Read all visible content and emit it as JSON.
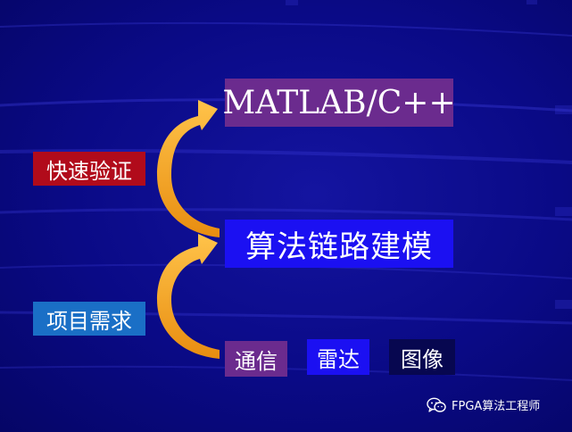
{
  "nodes": {
    "matlab": {
      "label": "MATLAB/C++",
      "bg": "#6b2b8e"
    },
    "link_model": {
      "label": "算法链路建模",
      "bg": "#1b10f2"
    },
    "quick_verify": {
      "label": "快速验证",
      "bg": "#b10b1b"
    },
    "project_req": {
      "label": "项目需求",
      "bg": "#1a6fc6"
    },
    "communication": {
      "label": "通信",
      "bg": "#6b2b8e"
    },
    "radar": {
      "label": "雷达",
      "bg": "#1b10f2"
    },
    "image": {
      "label": "图像",
      "bg": "#070750"
    }
  },
  "arrows": {
    "color": "#f4a62a",
    "edges": [
      {
        "from": "link_model",
        "to": "matlab",
        "via": "quick_verify"
      },
      {
        "from": "communication",
        "to": "link_model",
        "via": "project_req"
      }
    ]
  },
  "background": {
    "base": "#0a0a86"
  },
  "watermark": {
    "text": "FPGA算法工程师",
    "icon": "wechat-icon"
  }
}
